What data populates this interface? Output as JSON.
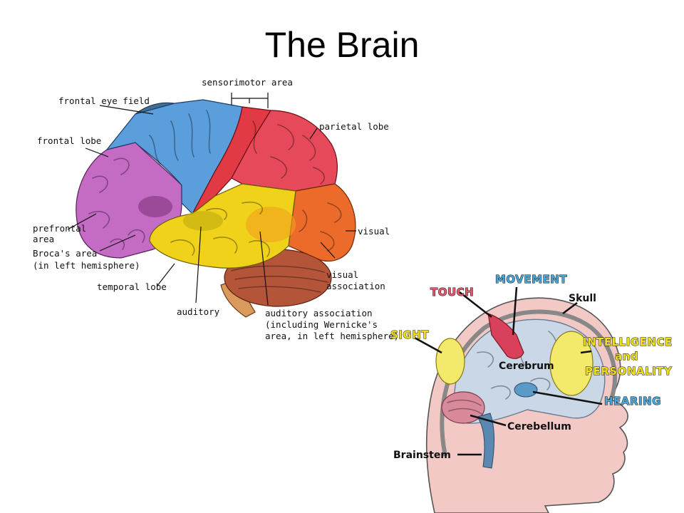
{
  "slide": {
    "title": "The Brain"
  },
  "lobe_diagram": {
    "labels": {
      "sensorimotor": "sensorimotor area",
      "frontal_eye": "frontal eye field",
      "frontal_lobe": "frontal lobe",
      "parietal_lobe": "parietal lobe",
      "prefrontal_1": "prefrontal",
      "prefrontal_2": "area",
      "broca_1": "Broca's area",
      "broca_2": "(in left hemisphere)",
      "visual": "visual",
      "visual_assoc_1": "visual",
      "visual_assoc_2": "association",
      "temporal_lobe": "temporal lobe",
      "auditory": "auditory",
      "aud_assoc_1": "auditory association",
      "aud_assoc_2": "(including Wernicke's",
      "aud_assoc_3": "area, in left hemisphere)"
    },
    "colors": {
      "frontal": "#c46bc4",
      "frontal_eye": "#3e6f95",
      "motor": "#5a9fdc",
      "sensory": "#e23a44",
      "parietal": "#e64a5a",
      "temporal": "#f0d21a",
      "occipital": "#ec6a2a",
      "cerebellum": "#b4553a",
      "stem": "#d99a5c"
    }
  },
  "head_diagram": {
    "labels": {
      "movement": "MOVEMENT",
      "touch": "TOUCH",
      "skull": "Skull",
      "sight": "SIGHT",
      "intelligence": "INTELLIGENCE",
      "and": "and",
      "personality": "PERSONALITY",
      "cerebrum": "Cerebrum",
      "hearing": "HEARING",
      "cerebellum": "Cerebellum",
      "brainstem": "Brainstem"
    },
    "colors": {
      "blue_label": "#4aa6d8",
      "red_label": "#e05a6e",
      "yellow_label": "#f0e020",
      "skin": "#f3c9c6",
      "brain": "#c9d7e6",
      "yellow_area": "#f3e96a",
      "red_area": "#d9405a"
    }
  }
}
